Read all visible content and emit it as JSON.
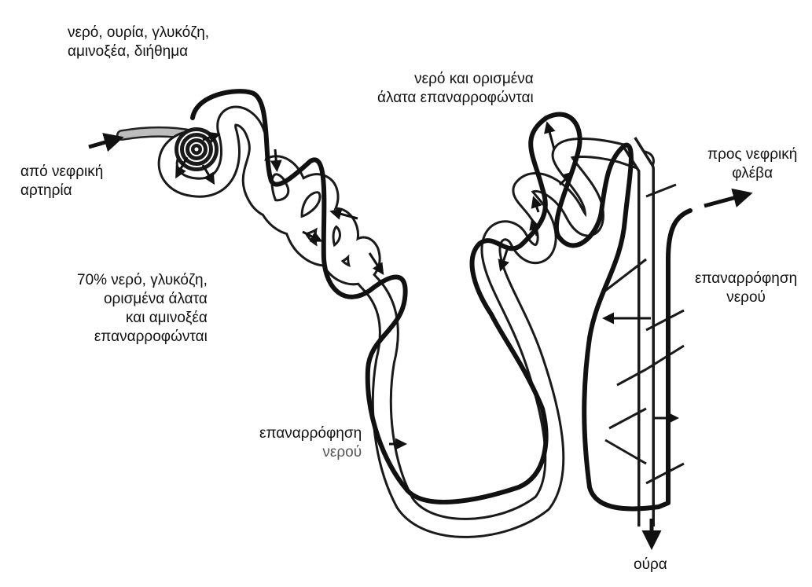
{
  "labels": {
    "filtrate": [
      "νερό, ουρία, γλυκόζη,",
      "αμινοξέα, διήθημα"
    ],
    "from_artery": [
      "από νεφρική",
      "αρτηρία"
    ],
    "proximal_reabsorption": [
      "70% νερό, γλυκόζη,",
      "ορισμένα άλατα",
      "και αμινοξέα",
      "επαναρροφώνται"
    ],
    "distal_reabsorption": [
      "νερό και ορισμένα",
      "άλατα επαναρροφώνται"
    ],
    "loop_reabsorption": [
      "επαναρρόφηση",
      "νερού"
    ],
    "to_vein": [
      "προς νεφρική",
      "φλέβα"
    ],
    "duct_reabsorption": [
      "επαναρρόφηση",
      "νερού"
    ],
    "urine": "ούρα"
  },
  "colors": {
    "ink": "#111111",
    "tubule_fill": "#ffffff",
    "stroke": "#1a1a1a"
  }
}
